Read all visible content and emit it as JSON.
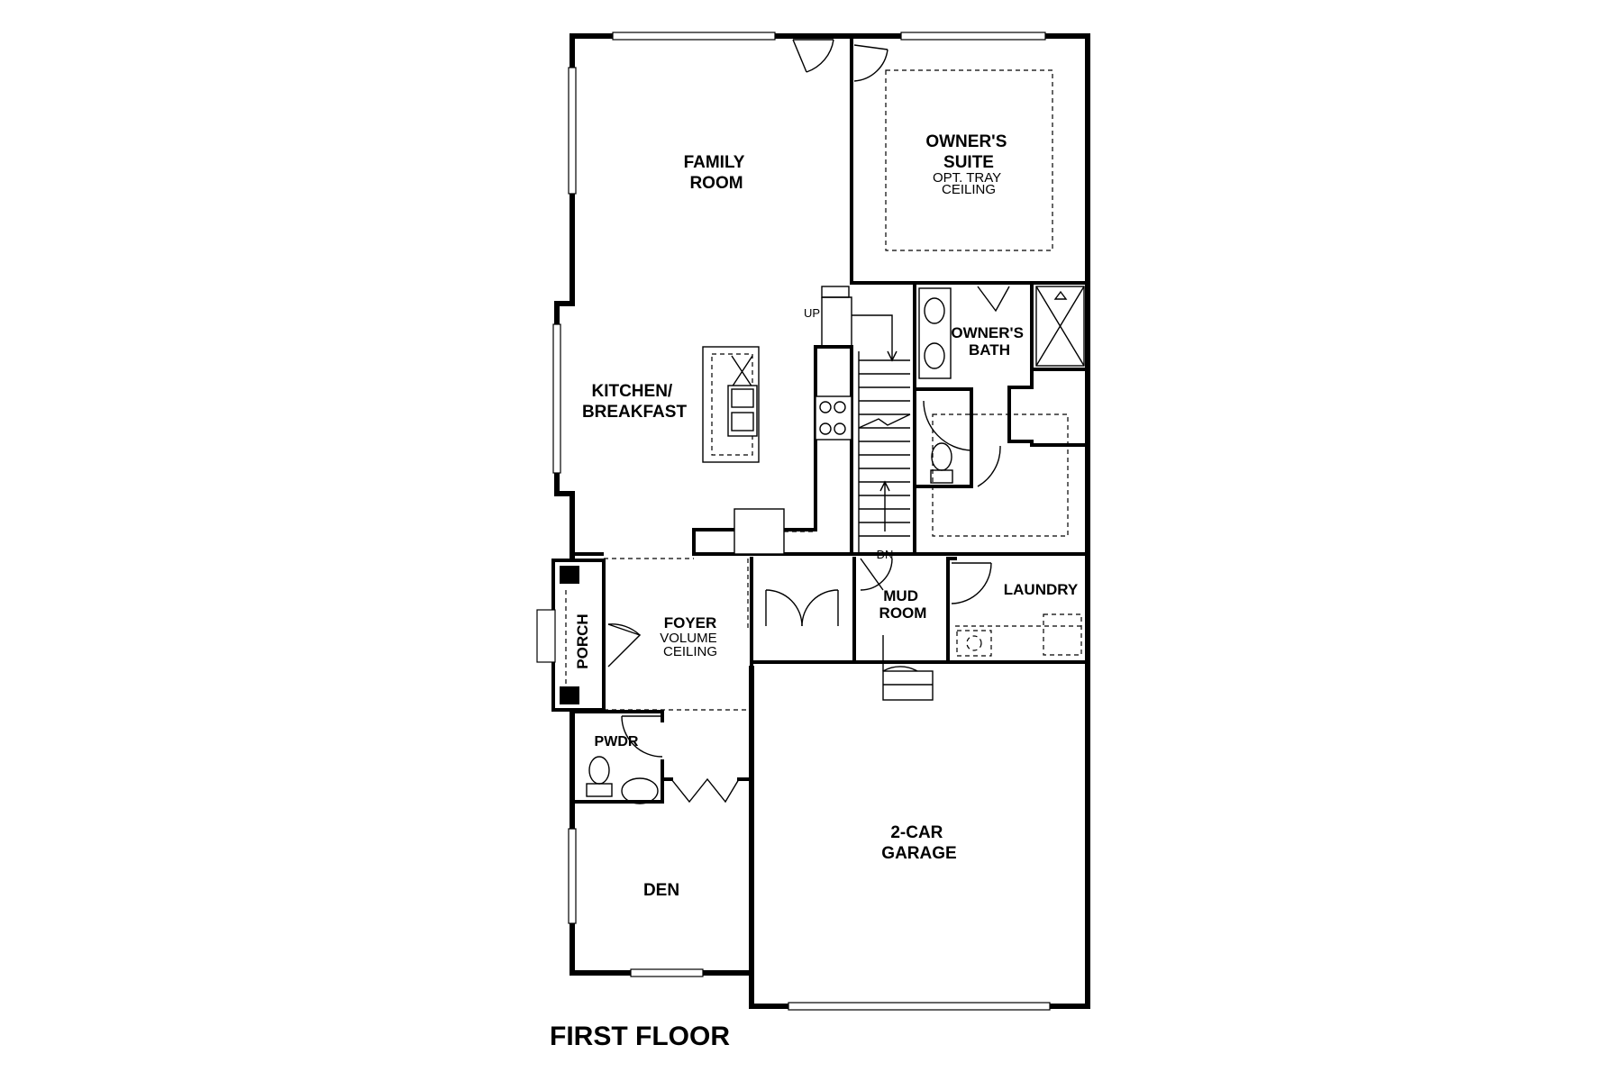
{
  "plan": {
    "title": "FIRST FLOOR",
    "rooms": {
      "family_room": [
        "FAMILY",
        "ROOM"
      ],
      "owners_suite": [
        "OWNER'S",
        "SUITE"
      ],
      "owners_suite_note": [
        "OPT. TRAY",
        "CEILING"
      ],
      "owners_bath": [
        "OWNER'S",
        "BATH"
      ],
      "kitchen": [
        "KITCHEN/",
        "BREAKFAST"
      ],
      "foyer": "FOYER",
      "foyer_note": [
        "VOLUME",
        "CEILING"
      ],
      "porch": "PORCH",
      "mud_room": [
        "MUD",
        "ROOM"
      ],
      "laundry": "LAUNDRY",
      "pwdr": "PWDR",
      "den": "DEN",
      "garage": [
        "2-CAR",
        "GARAGE"
      ]
    },
    "stairs": {
      "up": "UP",
      "down": "DN"
    }
  }
}
